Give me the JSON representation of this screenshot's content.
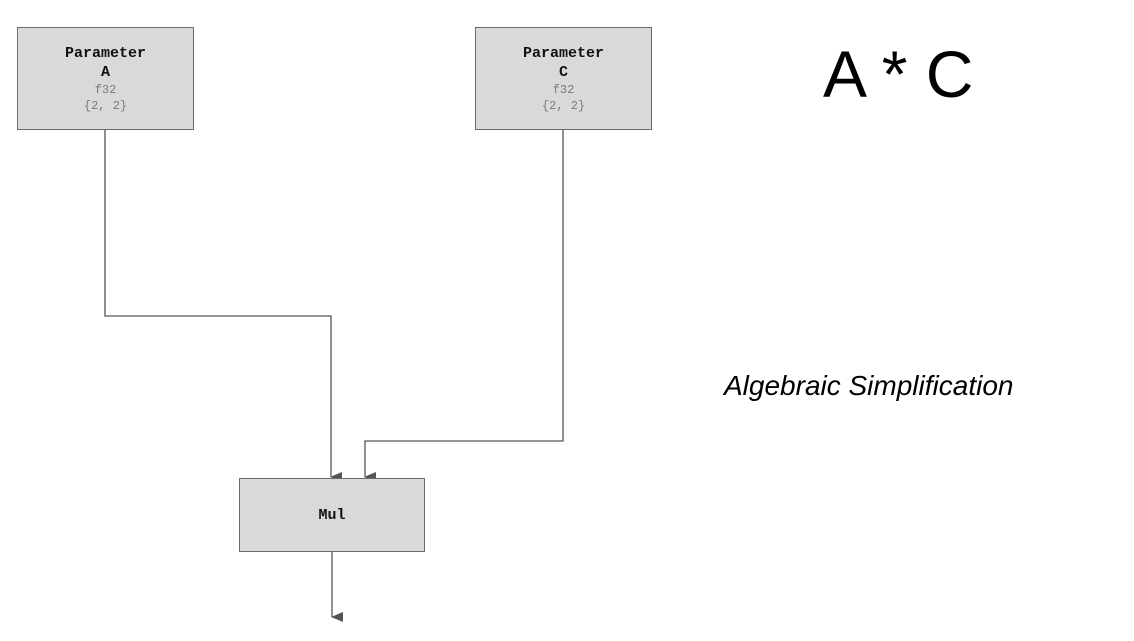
{
  "nodes": {
    "param_a": {
      "title": "Parameter",
      "name": "A",
      "dtype": "f32",
      "shape": "{2, 2}"
    },
    "param_c": {
      "title": "Parameter",
      "name": "C",
      "dtype": "f32",
      "shape": "{2, 2}"
    },
    "mul": {
      "title": "Mul"
    }
  },
  "edges": [
    {
      "from": "param_a",
      "to": "mul"
    },
    {
      "from": "param_c",
      "to": "mul"
    },
    {
      "from": "mul",
      "to": "output"
    }
  ],
  "expression": "A * C",
  "caption": "Algebraic Simplification",
  "colors": {
    "node_fill": "#d9d9d9",
    "node_border": "#6b6b6b",
    "edge": "#555555",
    "subtext": "#7a7a7a"
  }
}
